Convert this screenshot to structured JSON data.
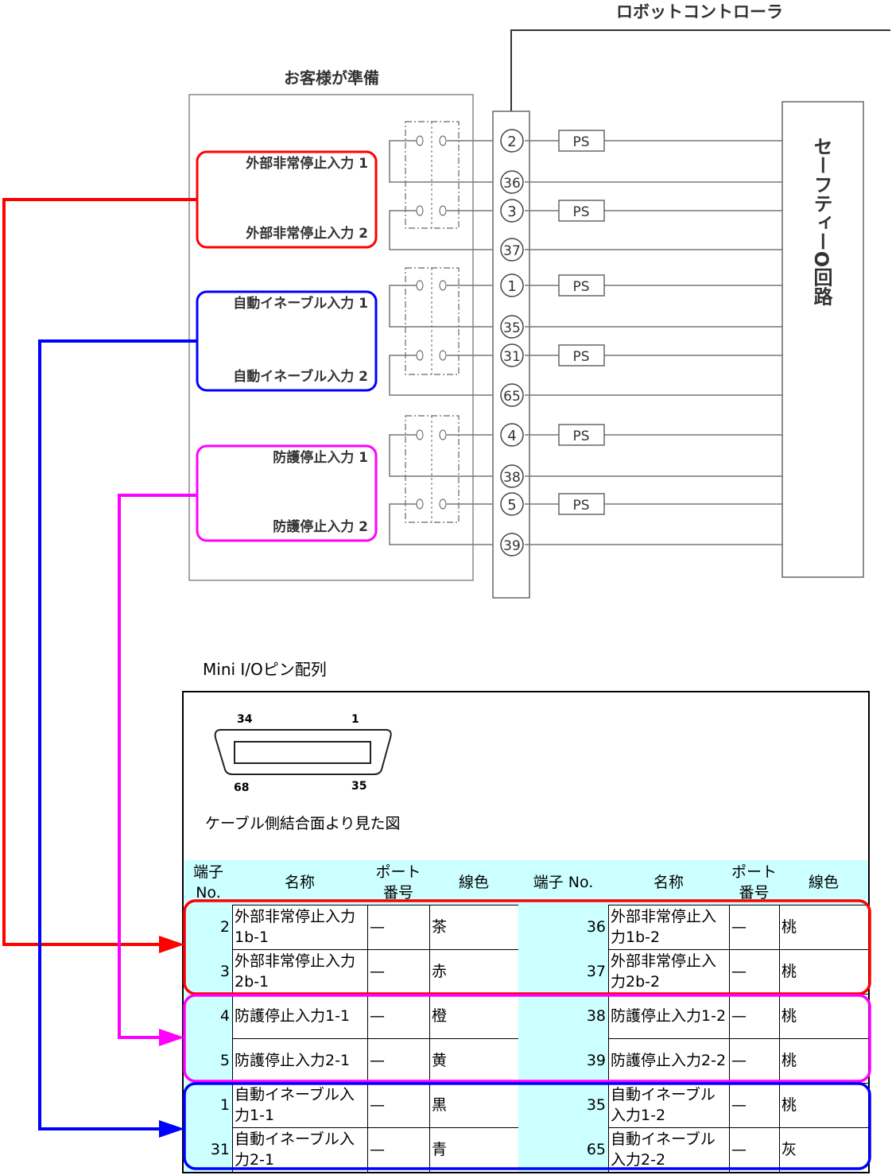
{
  "diagram": {
    "controller_label": "ロボットコントローラ",
    "customer_label": "お客様が準備",
    "safety_circuit_label": "セーフティーO回路",
    "ps_label": "PS",
    "groups": [
      {
        "color": "#ff0000",
        "input1": "外部非常停止入力 1",
        "input2": "外部非常停止入力 2"
      },
      {
        "color": "#0000ff",
        "input1": "自動イネーブル入力 1",
        "input2": "自動イネーブル入力 2"
      },
      {
        "color": "#ff00ff",
        "input1": "防護停止入力 1",
        "input2": "防護停止入力 2"
      }
    ],
    "terminals": [
      "2",
      "36",
      "3",
      "37",
      "1",
      "35",
      "31",
      "65",
      "4",
      "38",
      "5",
      "39"
    ]
  },
  "pinout": {
    "title": "Mini I/Oピン配列",
    "pin_labels": {
      "top_left": "34",
      "top_right": "1",
      "bottom_left": "68",
      "bottom_right": "35"
    },
    "caption": "ケーブル側結合面より見た図"
  },
  "table": {
    "headers": [
      "端子No.",
      "名称",
      "ポート番号",
      "線色",
      "端子 No.",
      "名称",
      "ポート番号",
      "線色"
    ],
    "rows": [
      [
        "2",
        "外部非常停止入力1b-1",
        "—",
        "茶",
        "36",
        "外部非常停止入力1b-2",
        "—",
        "桃"
      ],
      [
        "3",
        "外部非常停止入力2b-1",
        "—",
        "赤",
        "37",
        "外部非常停止入力2b-2",
        "—",
        "桃"
      ],
      [
        "4",
        "防護停止入力1-1",
        "—",
        "橙",
        "38",
        "防護停止入力1-2",
        "—",
        "桃"
      ],
      [
        "5",
        "防護停止入力2-1",
        "—",
        "黄",
        "39",
        "防護停止入力2-2",
        "—",
        "桃"
      ],
      [
        "1",
        "自動イネーブル入力1-1",
        "—",
        "黒",
        "35",
        "自動イネーブル入力1-2",
        "—",
        "桃"
      ],
      [
        "31",
        "自動イネーブル入力2-1",
        "—",
        "青",
        "65",
        "自動イネーブル入力2-2",
        "—",
        "灰"
      ]
    ]
  }
}
